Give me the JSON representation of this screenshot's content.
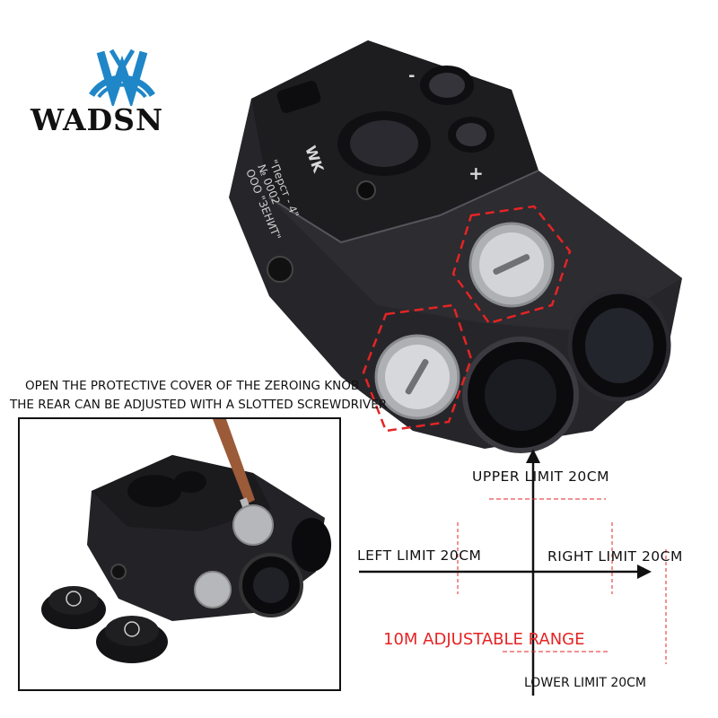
{
  "brand": {
    "name": "WADSN",
    "logo_color": "#1f86c8"
  },
  "captions": {
    "line1": "OPEN THE PROTECTIVE COVER OF THE ZEROING KNOB",
    "line2": "THE REAR CAN BE ADJUSTED WITH A SLOTTED SCREWDRIVER"
  },
  "device_markings": {
    "model": "\"Перст - 4\"",
    "serial": "№ 0002",
    "maker": "ООО \"ЗЕНИТ\"",
    "wk": "WK",
    "minus": "-",
    "plus": "+"
  },
  "adjustment": {
    "upper": "UPPER LIMIT 20CM",
    "lower": "LOWER LIMIT 20CM",
    "left": "LEFT LIMIT 20CM",
    "right": "RIGHT LIMIT 20CM",
    "range": "10M ADJUSTABLE RANGE",
    "range_color": "#e52424"
  }
}
